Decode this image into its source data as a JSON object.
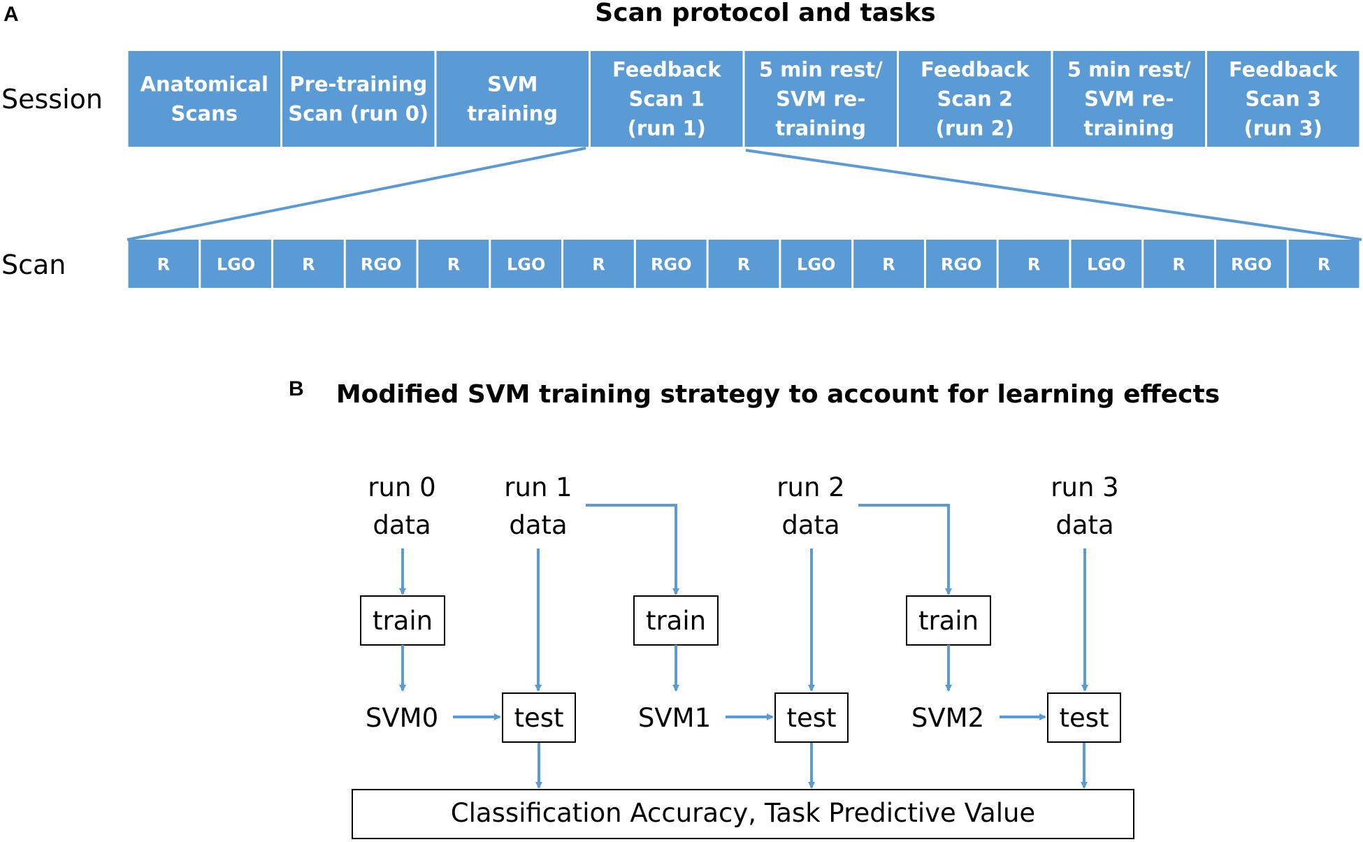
{
  "panel_a": {
    "label": "A",
    "title": "Scan protocol and tasks",
    "session_label": "Session",
    "scan_label": "Scan",
    "session_blocks": [
      [
        "Anatomical",
        "Scans"
      ],
      [
        "Pre-training",
        "Scan (run 0)"
      ],
      [
        "SVM",
        "training"
      ],
      [
        "Feedback",
        "Scan 1",
        "(run 1)"
      ],
      [
        "5 min rest/",
        "SVM re-",
        "training"
      ],
      [
        "Feedback",
        "Scan 2",
        "(run 2)"
      ],
      [
        "5 min rest/",
        "SVM re-",
        "training"
      ],
      [
        "Feedback",
        "Scan 3",
        "(run 3)"
      ]
    ],
    "scan_blocks": [
      "R",
      "LGO",
      "R",
      "RGO",
      "R",
      "LGO",
      "R",
      "RGO",
      "R",
      "LGO",
      "R",
      "RGO",
      "R",
      "LGO",
      "R",
      "RGO",
      "R"
    ]
  },
  "panel_b": {
    "label": "B",
    "title": "Modified SVM training strategy to account for learning effects",
    "runs": [
      [
        "run 0",
        "data"
      ],
      [
        "run 1",
        "data"
      ],
      [
        "run 2",
        "data"
      ],
      [
        "run 3",
        "data"
      ]
    ],
    "train_label": "train",
    "test_label": "test",
    "svms": [
      "SVM0",
      "SVM1",
      "SVM2"
    ],
    "output_label": "Classification Accuracy, Task Predictive Value"
  },
  "colors": {
    "block_fill": "#5b9bd5",
    "arrow": "#5b9bd5"
  }
}
